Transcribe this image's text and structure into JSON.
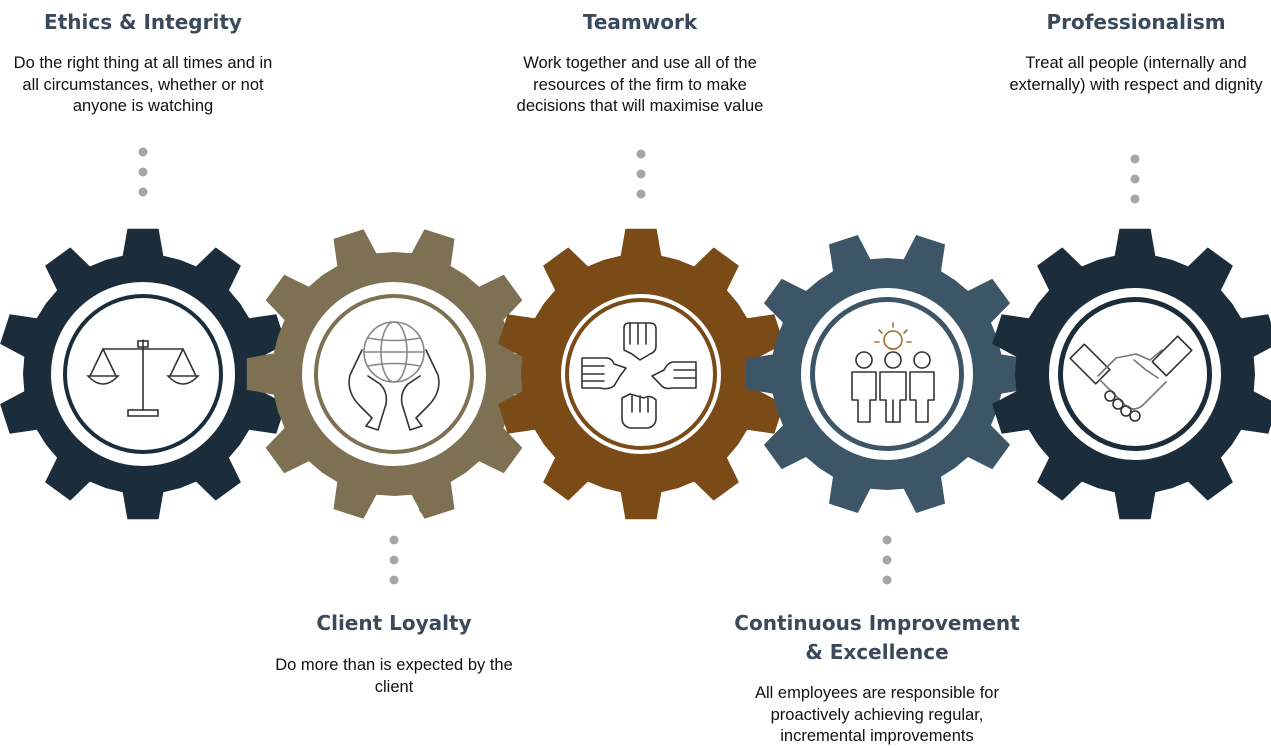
{
  "values": [
    {
      "id": "ethics",
      "title": "Ethics & Integrity",
      "description": "Do the right thing at all times and in all circumstances, whether or not anyone is watching",
      "color": "#1b2d3b",
      "icon": "scales-of-justice-icon"
    },
    {
      "id": "client",
      "title": "Client Loyalty",
      "description": "Do more than is expected by the client",
      "color": "#7d7053",
      "icon": "globe-in-hands-icon"
    },
    {
      "id": "teamwork",
      "title": "Teamwork",
      "description": "Work together and use all of the resources of the firm to make decisions that will maximise value",
      "color": "#7a4a17",
      "icon": "four-hands-icon"
    },
    {
      "id": "improvement",
      "title": "Continuous Improvement & Excellence",
      "description": "All employees are responsible for proactively achieving regular, incremental improvements",
      "color": "#3c5667",
      "icon": "team-idea-lightbulb-icon"
    },
    {
      "id": "professionalism",
      "title": "Professionalism",
      "description": "Treat all people (internally and externally) with respect and dignity",
      "color": "#1b2d3b",
      "icon": "handshake-icon"
    }
  ],
  "colors": {
    "connector_dot": "#a6a6a6",
    "accent_dot": "#a0712e",
    "title_text": "#3a4a5a"
  }
}
